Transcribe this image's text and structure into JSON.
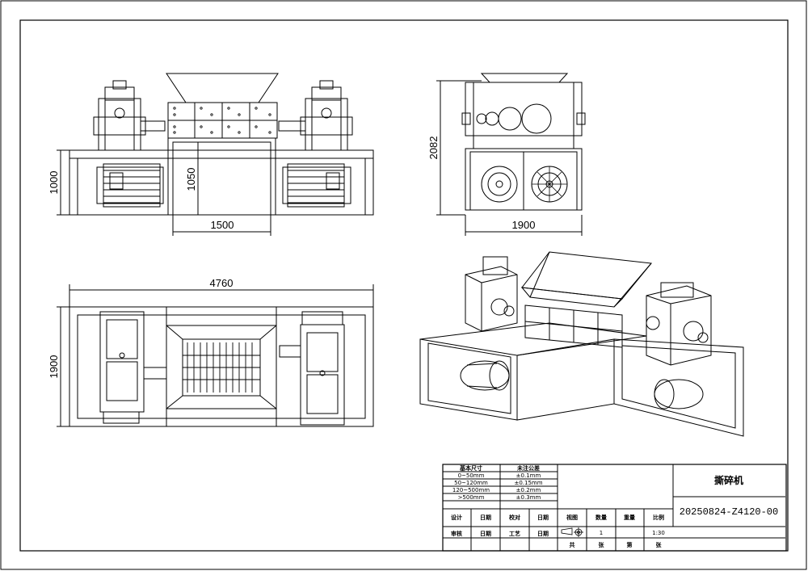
{
  "dimensions": {
    "front_height": "1000",
    "hopper_height": "1050",
    "hopper_width": "1500",
    "side_height": "2082",
    "side_width": "1900",
    "plan_length": "4760",
    "plan_width": "1900"
  },
  "title_block": {
    "tolerance_table": {
      "header_size": "基本尺寸",
      "header_tol": "未注公差",
      "rows": [
        {
          "size": "0~50mm",
          "tol": "±0.1mm"
        },
        {
          "size": "50~120mm",
          "tol": "±0.15mm"
        },
        {
          "size": "120~500mm",
          "tol": "±0.2mm"
        },
        {
          "size": ">500mm",
          "tol": "±0.3mm"
        }
      ]
    },
    "labels": {
      "design": "设计",
      "date1": "日期",
      "check": "校对",
      "date2": "日期",
      "review": "审核",
      "date3": "日期",
      "process": "工艺",
      "date4": "日期",
      "view": "视图",
      "qty": "数量",
      "weight": "重量",
      "scale": "比例",
      "total": "共",
      "sheet_unit1": "张",
      "page": "第",
      "sheet_unit2": "张"
    },
    "quantity": "1",
    "scale": "1:30",
    "drawing_title": "撕碎机",
    "drawing_number": "20250824-Z4120-00"
  }
}
